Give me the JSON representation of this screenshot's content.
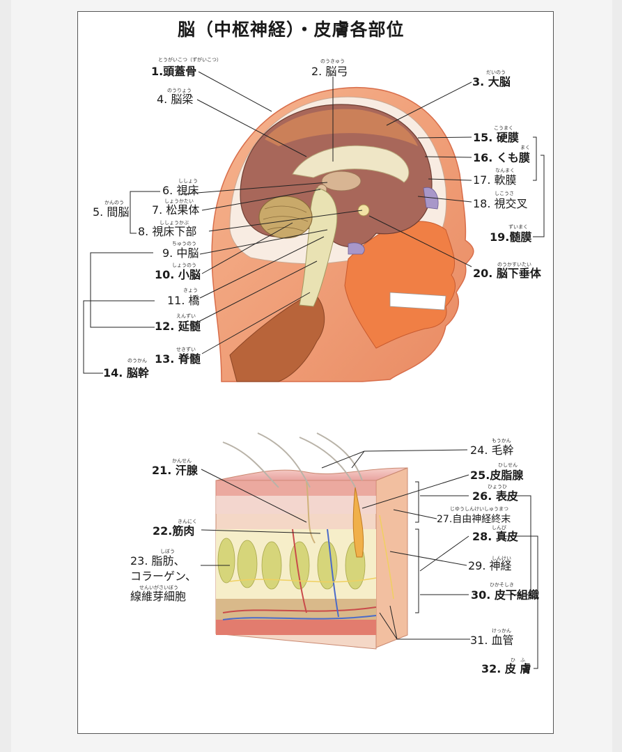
{
  "title": "脳（中枢神経）・皮膚各部位",
  "labels": {
    "l1": {
      "text": "1.頭蓋骨",
      "ruby": "とうがいこつ（ずがいこつ）"
    },
    "l2": {
      "text": "2. 脳弓",
      "ruby": "のうきゅう"
    },
    "l3": {
      "text": "3. 大脳",
      "ruby": "だいのう"
    },
    "l4": {
      "text": "4. 脳梁",
      "ruby": "のうりょう"
    },
    "l5": {
      "text": "5. 間脳",
      "ruby": "かんのう"
    },
    "l6": {
      "text": "6. 視床",
      "ruby": "ししょう"
    },
    "l7": {
      "text": "7. 松果体",
      "ruby": "しょうかたい"
    },
    "l8": {
      "text": "8. 視床下部",
      "ruby": "ししょうかぶ"
    },
    "l9": {
      "text": "9. 中脳",
      "ruby": "ちゅうのう"
    },
    "l10": {
      "text": "10. 小脳",
      "ruby": "しょうのう"
    },
    "l11": {
      "text": "11. 橋",
      "ruby": "きょう"
    },
    "l12": {
      "text": "12. 延髄",
      "ruby": "えんずい"
    },
    "l13": {
      "text": "13. 脊髄",
      "ruby": "せきずい"
    },
    "l14": {
      "text": "14. 脳幹",
      "ruby": "のうかん"
    },
    "l15": {
      "text": "15. 硬膜",
      "ruby": "こうまく"
    },
    "l16": {
      "text": "16. くも膜",
      "ruby": "まく"
    },
    "l17": {
      "text": "17. 軟膜",
      "ruby": "なんまく"
    },
    "l18": {
      "text": "18. 視交叉",
      "ruby": "しこうさ"
    },
    "l19": {
      "text": "19.髄膜",
      "ruby": "ずいまく"
    },
    "l20": {
      "text": "20. 脳下垂体",
      "ruby": "のうかすいたい"
    },
    "l21": {
      "text": "21. 汗腺",
      "ruby": "かんせん"
    },
    "l22": {
      "text": "22.筋肉",
      "ruby": "きんにく"
    },
    "l23a": {
      "text": "23. 脂肪、",
      "ruby": "しぼう"
    },
    "l23b": {
      "text": "コラーゲン、",
      "ruby": ""
    },
    "l23c": {
      "text": "線維芽細胞",
      "ruby": "せんいがさいぼう"
    },
    "l24": {
      "text": "24. 毛幹",
      "ruby": "もうかん"
    },
    "l25": {
      "text": "25.皮脂腺",
      "ruby": "ひしせん"
    },
    "l26": {
      "text": "26. 表皮",
      "ruby": "ひょうひ"
    },
    "l27": {
      "text": "27.自由神経終末",
      "ruby": "じゆうしんけいしゅうまつ"
    },
    "l28": {
      "text": "28. 真皮",
      "ruby": "しんぴ"
    },
    "l29": {
      "text": "29. 神経",
      "ruby": "しんけい"
    },
    "l30": {
      "text": "30. 皮下組織",
      "ruby": "ひかそしき"
    },
    "l31": {
      "text": "31. 血管",
      "ruby": "けっかん"
    },
    "l32": {
      "text": "32. 皮 膚",
      "ruby": "ひ　ふ"
    }
  }
}
